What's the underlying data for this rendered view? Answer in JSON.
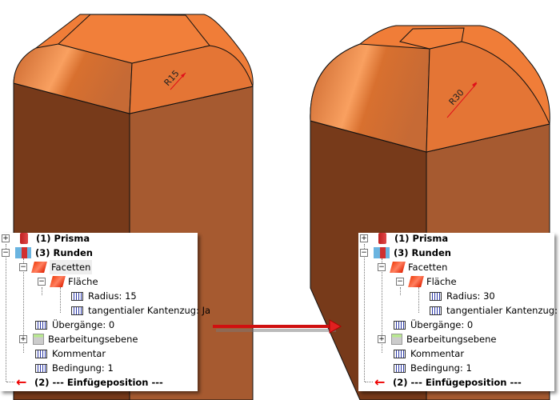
{
  "left_model": {
    "dimension_label": "R15"
  },
  "right_model": {
    "dimension_label": "R30"
  },
  "colors": {
    "top_face": "#f07d38",
    "left_face": "#773a1a",
    "right_face": "#a65a30",
    "dimension": "#e0101a",
    "arrow": "#d01010"
  },
  "left_tree": {
    "items": [
      {
        "label": "(1) Prisma",
        "bold": true
      },
      {
        "label": "(3) Runden",
        "bold": true
      },
      {
        "label": "Facetten"
      },
      {
        "label": "Fläche"
      },
      {
        "label": "Radius: 15"
      },
      {
        "label": "tangentialer Kantenzug: Ja"
      },
      {
        "label": "Übergänge: 0"
      },
      {
        "label": "Bearbeitungsebene"
      },
      {
        "label": "Kommentar"
      },
      {
        "label": "Bedingung: 1"
      },
      {
        "label": "(2) --- Einfügeposition ---",
        "bold": true
      }
    ]
  },
  "right_tree": {
    "items": [
      {
        "label": "(1) Prisma",
        "bold": true
      },
      {
        "label": "(3) Runden",
        "bold": true
      },
      {
        "label": "Facetten"
      },
      {
        "label": "Fläche"
      },
      {
        "label": "Radius: 30"
      },
      {
        "label": "tangentialer Kantenzug: Ja"
      },
      {
        "label": "Übergänge: 0"
      },
      {
        "label": "Bearbeitungsebene"
      },
      {
        "label": "Kommentar"
      },
      {
        "label": "Bedingung: 1"
      },
      {
        "label": "(2) --- Einfügeposition ---",
        "bold": true
      }
    ]
  }
}
